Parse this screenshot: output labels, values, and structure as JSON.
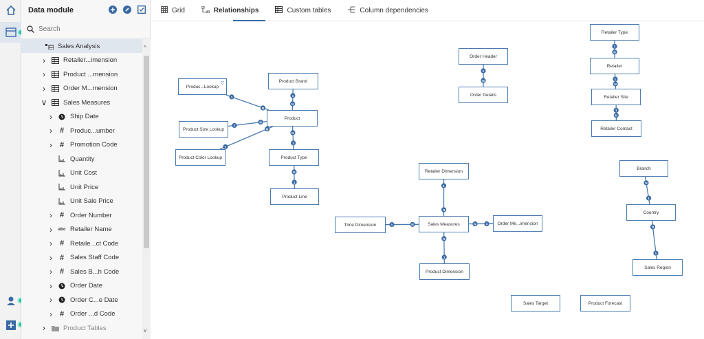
{
  "panel": {
    "title": "Data module",
    "search_placeholder": "Search"
  },
  "tree": [
    {
      "label": "Sales Analysis",
      "icon": "module-icon",
      "chev": "",
      "indent": 20,
      "selected": true
    },
    {
      "label": "Retailer...imension",
      "icon": "table-icon",
      "chev": ">",
      "indent": 28
    },
    {
      "label": "Product ...mension",
      "icon": "table-icon",
      "chev": ">",
      "indent": 28
    },
    {
      "label": "Order M...mension",
      "icon": "table-icon",
      "chev": ">",
      "indent": 28
    },
    {
      "label": "Sales Measures",
      "icon": "table-icon",
      "chev": "v",
      "indent": 28
    },
    {
      "label": "Ship Date",
      "icon": "clock-icon",
      "chev": ">",
      "indent": 38
    },
    {
      "label": "Produc...umber",
      "icon": "hash-icon",
      "chev": ">",
      "indent": 38
    },
    {
      "label": "Promotion Code",
      "icon": "hash-icon",
      "chev": ">",
      "indent": 38
    },
    {
      "label": "Quantity",
      "icon": "measure-icon",
      "chev": "",
      "indent": 38
    },
    {
      "label": "Unit Cost",
      "icon": "measure-icon",
      "chev": "",
      "indent": 38
    },
    {
      "label": "Unit Price",
      "icon": "measure-icon",
      "chev": "",
      "indent": 38
    },
    {
      "label": "Unit Sale Price",
      "icon": "measure-icon",
      "chev": "",
      "indent": 38
    },
    {
      "label": "Order Number",
      "icon": "hash-icon",
      "chev": ">",
      "indent": 38
    },
    {
      "label": "Retailer Name",
      "icon": "abc-icon",
      "chev": ">",
      "indent": 38
    },
    {
      "label": "Retaile...ct Code",
      "icon": "hash-icon",
      "chev": ">",
      "indent": 38
    },
    {
      "label": "Sales Staff Code",
      "icon": "hash-icon",
      "chev": ">",
      "indent": 38
    },
    {
      "label": "Sales B...h Code",
      "icon": "hash-icon",
      "chev": ">",
      "indent": 38
    },
    {
      "label": "Order Date",
      "icon": "clock-icon",
      "chev": ">",
      "indent": 38
    },
    {
      "label": "Order C...e Date",
      "icon": "clock-icon",
      "chev": ">",
      "indent": 38
    },
    {
      "label": "Order ...d Code",
      "icon": "hash-icon",
      "chev": ">",
      "indent": 38
    },
    {
      "label": "Product Tables",
      "icon": "folder-icon",
      "chev": ">",
      "indent": 28,
      "muted": true
    }
  ],
  "tabs": [
    {
      "label": "Grid",
      "icon": "grid-icon",
      "active": false
    },
    {
      "label": "Relationships",
      "icon": "relationships-icon",
      "active": true
    },
    {
      "label": "Custom tables",
      "icon": "table-icon",
      "active": false
    },
    {
      "label": "Column dependencies",
      "icon": "dependencies-icon",
      "active": false
    }
  ],
  "entities": [
    {
      "id": "prodlookup",
      "label": "Produc...Lookup",
      "filter": true
    },
    {
      "id": "brand",
      "label": "Product Brand"
    },
    {
      "id": "product",
      "label": "Product"
    },
    {
      "id": "sizelookup",
      "label": "Product Size Lookup"
    },
    {
      "id": "colorlookup",
      "label": "Product Color Lookup"
    },
    {
      "id": "ptype",
      "label": "Product Type"
    },
    {
      "id": "pline",
      "label": "Product Line"
    },
    {
      "id": "ordhead",
      "label": "Order Header"
    },
    {
      "id": "orddet",
      "label": "Order Details"
    },
    {
      "id": "rtype",
      "label": "Retailer Type"
    },
    {
      "id": "retailer",
      "label": "Retailer"
    },
    {
      "id": "rsite",
      "label": "Retailer Site"
    },
    {
      "id": "rcontact",
      "label": "Retailer Contact"
    },
    {
      "id": "retdim",
      "label": "Retailer Dimension"
    },
    {
      "id": "timedim",
      "label": "Time Dimension"
    },
    {
      "id": "salesmeas",
      "label": "Sales Measures"
    },
    {
      "id": "ordmethdim",
      "label": "Order Me...imension"
    },
    {
      "id": "proddim",
      "label": "Product Dimension"
    },
    {
      "id": "branch",
      "label": "Branch"
    },
    {
      "id": "country",
      "label": "Country"
    },
    {
      "id": "salesregion",
      "label": "Sales Region"
    },
    {
      "id": "salestarget",
      "label": "Sales Target"
    },
    {
      "id": "prodforecast",
      "label": "Product Forecast"
    }
  ],
  "cardinality": {
    "one": "1",
    "many": "N"
  },
  "colors": {
    "accent": "#3a6aa5",
    "entity_border": "#4a7bb0",
    "status": "#2ec4a6"
  }
}
